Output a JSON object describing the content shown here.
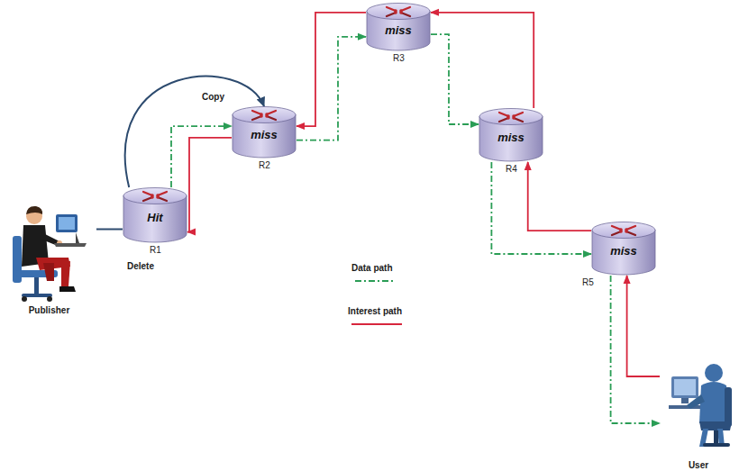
{
  "diagram": {
    "nodes": [
      {
        "text": [
          "Publisher"
        ]
      },
      {
        "text": [
          "Hit",
          "R1"
        ]
      },
      {
        "text": [
          "miss",
          "R2"
        ]
      },
      {
        "text": [
          "miss",
          "R3"
        ]
      },
      {
        "text": [
          "miss",
          "R4"
        ]
      },
      {
        "text": [
          "miss",
          "R5"
        ]
      },
      {
        "text": [
          "User"
        ]
      }
    ],
    "edges": [
      {
        "from": 0,
        "to": 1,
        "arrow": "none"
      },
      {
        "from": 1,
        "to": 2,
        "arrow": "to",
        "label": "Copy"
      },
      {
        "from": 6,
        "to": 5,
        "arrow": "to"
      },
      {
        "from": 5,
        "to": 4,
        "arrow": "to"
      },
      {
        "from": 4,
        "to": 3,
        "arrow": "to"
      },
      {
        "from": 3,
        "to": 2,
        "arrow": "to"
      },
      {
        "from": 2,
        "to": 1,
        "arrow": "to"
      },
      {
        "from": 1,
        "to": 2,
        "arrow": "to"
      },
      {
        "from": 2,
        "to": 3,
        "arrow": "to"
      },
      {
        "from": 3,
        "to": 4,
        "arrow": "to"
      },
      {
        "from": 4,
        "to": 5,
        "arrow": "to"
      },
      {
        "from": 5,
        "to": 6,
        "arrow": "to"
      }
    ],
    "labels": [
      "Delete"
    ],
    "legend": [
      {
        "text": "Data path"
      },
      {
        "text": "Interest path"
      }
    ]
  }
}
